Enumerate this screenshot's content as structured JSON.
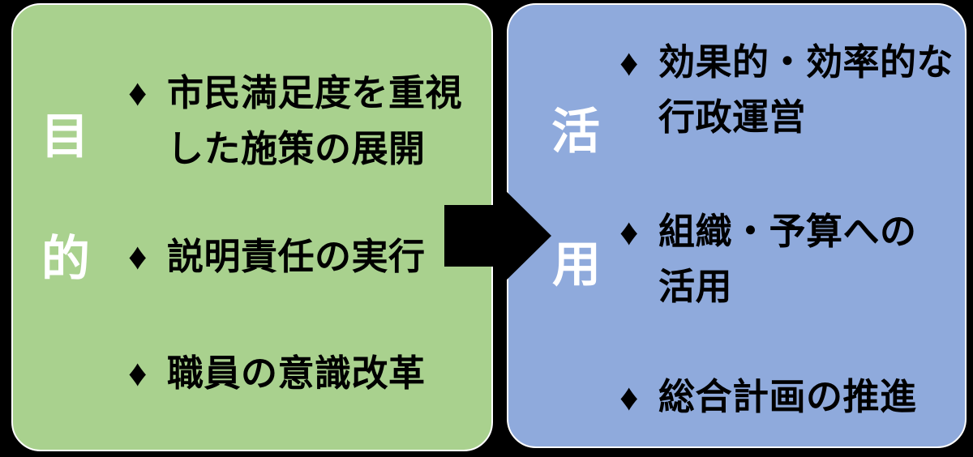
{
  "colors": {
    "background": "#000000",
    "purpose_box": "#a9d18e",
    "utilization_box": "#8faadc",
    "box_outline": "#ffffff",
    "body_text": "#000000",
    "label_text": "#ffffff",
    "arrow": "#000000"
  },
  "bullets": {
    "char": "♦"
  },
  "purpose_panel": {
    "label": "目的",
    "label_chars": [
      "目",
      "的"
    ],
    "items": [
      {
        "text": "市民満足度を重視\nした施策の展開"
      },
      {
        "text": "説明責任の実行"
      },
      {
        "text": "職員の意識改革"
      }
    ]
  },
  "utilization_panel": {
    "label": "活用",
    "label_chars": [
      "活",
      "用"
    ],
    "items": [
      {
        "text": "効果的・効率的な\n行政運営"
      },
      {
        "text": "組織・予算への\n活用"
      },
      {
        "text": "総合計画の推進"
      }
    ]
  }
}
